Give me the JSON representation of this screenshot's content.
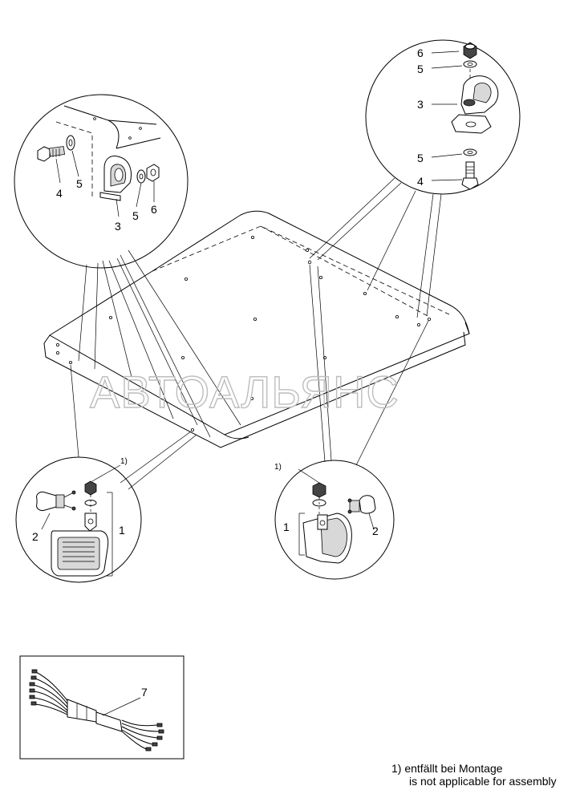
{
  "callouts": {
    "nut": "6",
    "washer": "5",
    "clamp": "3",
    "bolt": "4",
    "lamp": "1",
    "bulb": "2",
    "note_ref": "1)",
    "cable": "7"
  },
  "watermark": "АВТОАЛЬЯНС",
  "footnote": {
    "line1": "1) entfällt bei Montage",
    "line2": "is not applicable for assembly"
  }
}
